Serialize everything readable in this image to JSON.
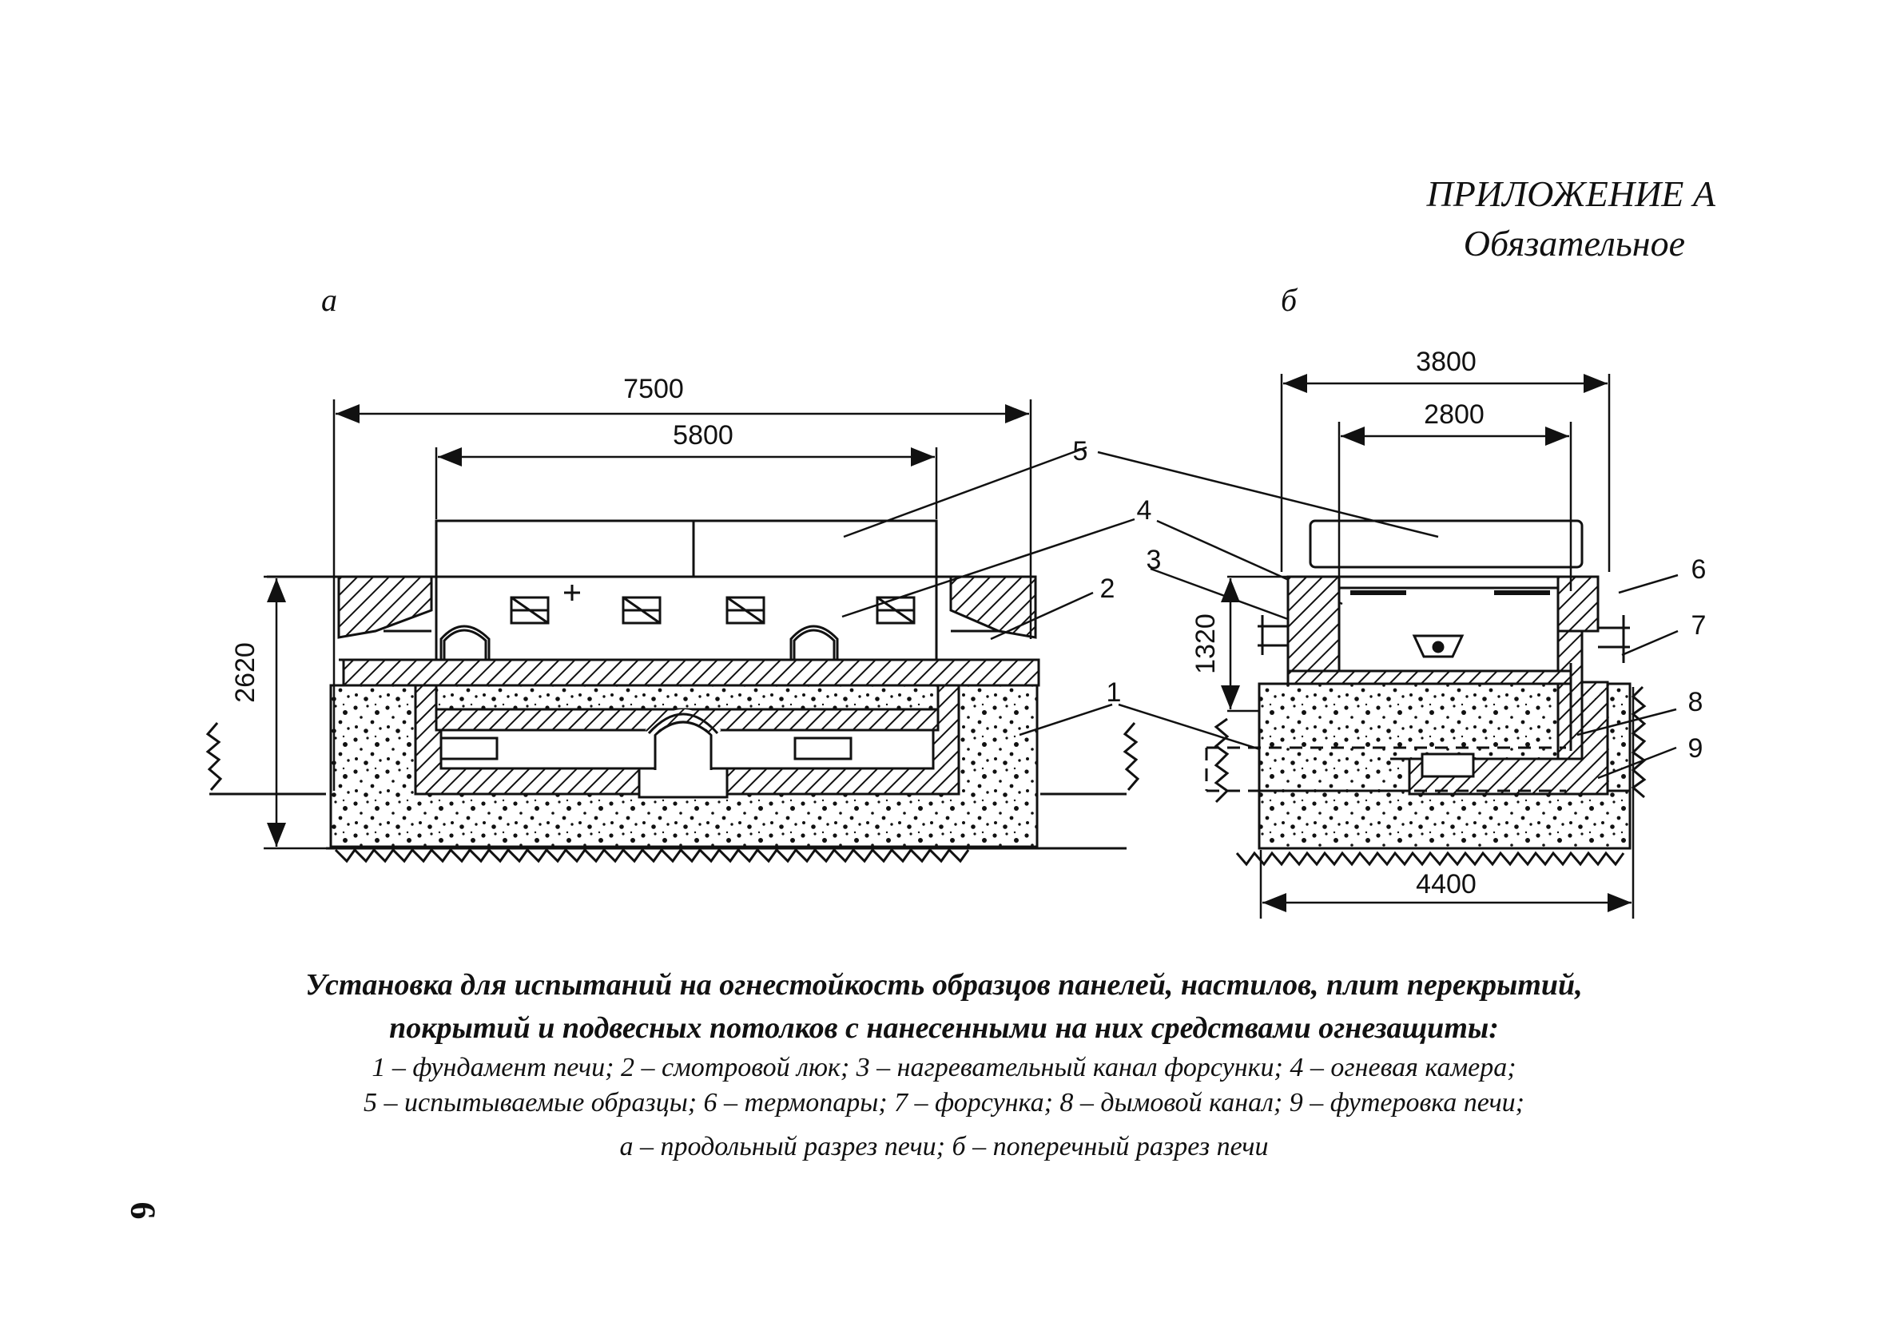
{
  "header": {
    "appendix": "ПРИЛОЖЕНИЕ А",
    "status": "Обязательное"
  },
  "figure": {
    "view_a_label": "а",
    "view_b_label": "б",
    "dims_a": {
      "overall": "7500",
      "inner": "5800",
      "height": "2620"
    },
    "dims_b": {
      "overall": "3800",
      "inner": "2800",
      "height": "1320",
      "base": "4400"
    },
    "callouts": [
      "1",
      "2",
      "3",
      "4",
      "5",
      "6",
      "7",
      "8",
      "9"
    ]
  },
  "caption": {
    "title_line1": "Установка для испытаний на огнестойкость образцов панелей, настилов, плит перекрытий,",
    "title_line2": "покрытий и подвесных потолков с нанесенными на них средствами огнезащиты:",
    "legend_line1": "1 – фундамент печи; 2 – смотровой люк; 3 – нагревательный канал форсунки; 4 – огневая камера;",
    "legend_line2": "5 – испытываемые образцы; 6 – термопары; 7 – форсунка; 8 – дымовой канал; 9 – футеровка печи;",
    "views": "а – продольный разрез печи; б – поперечный разрез печи"
  },
  "page_number": "6"
}
